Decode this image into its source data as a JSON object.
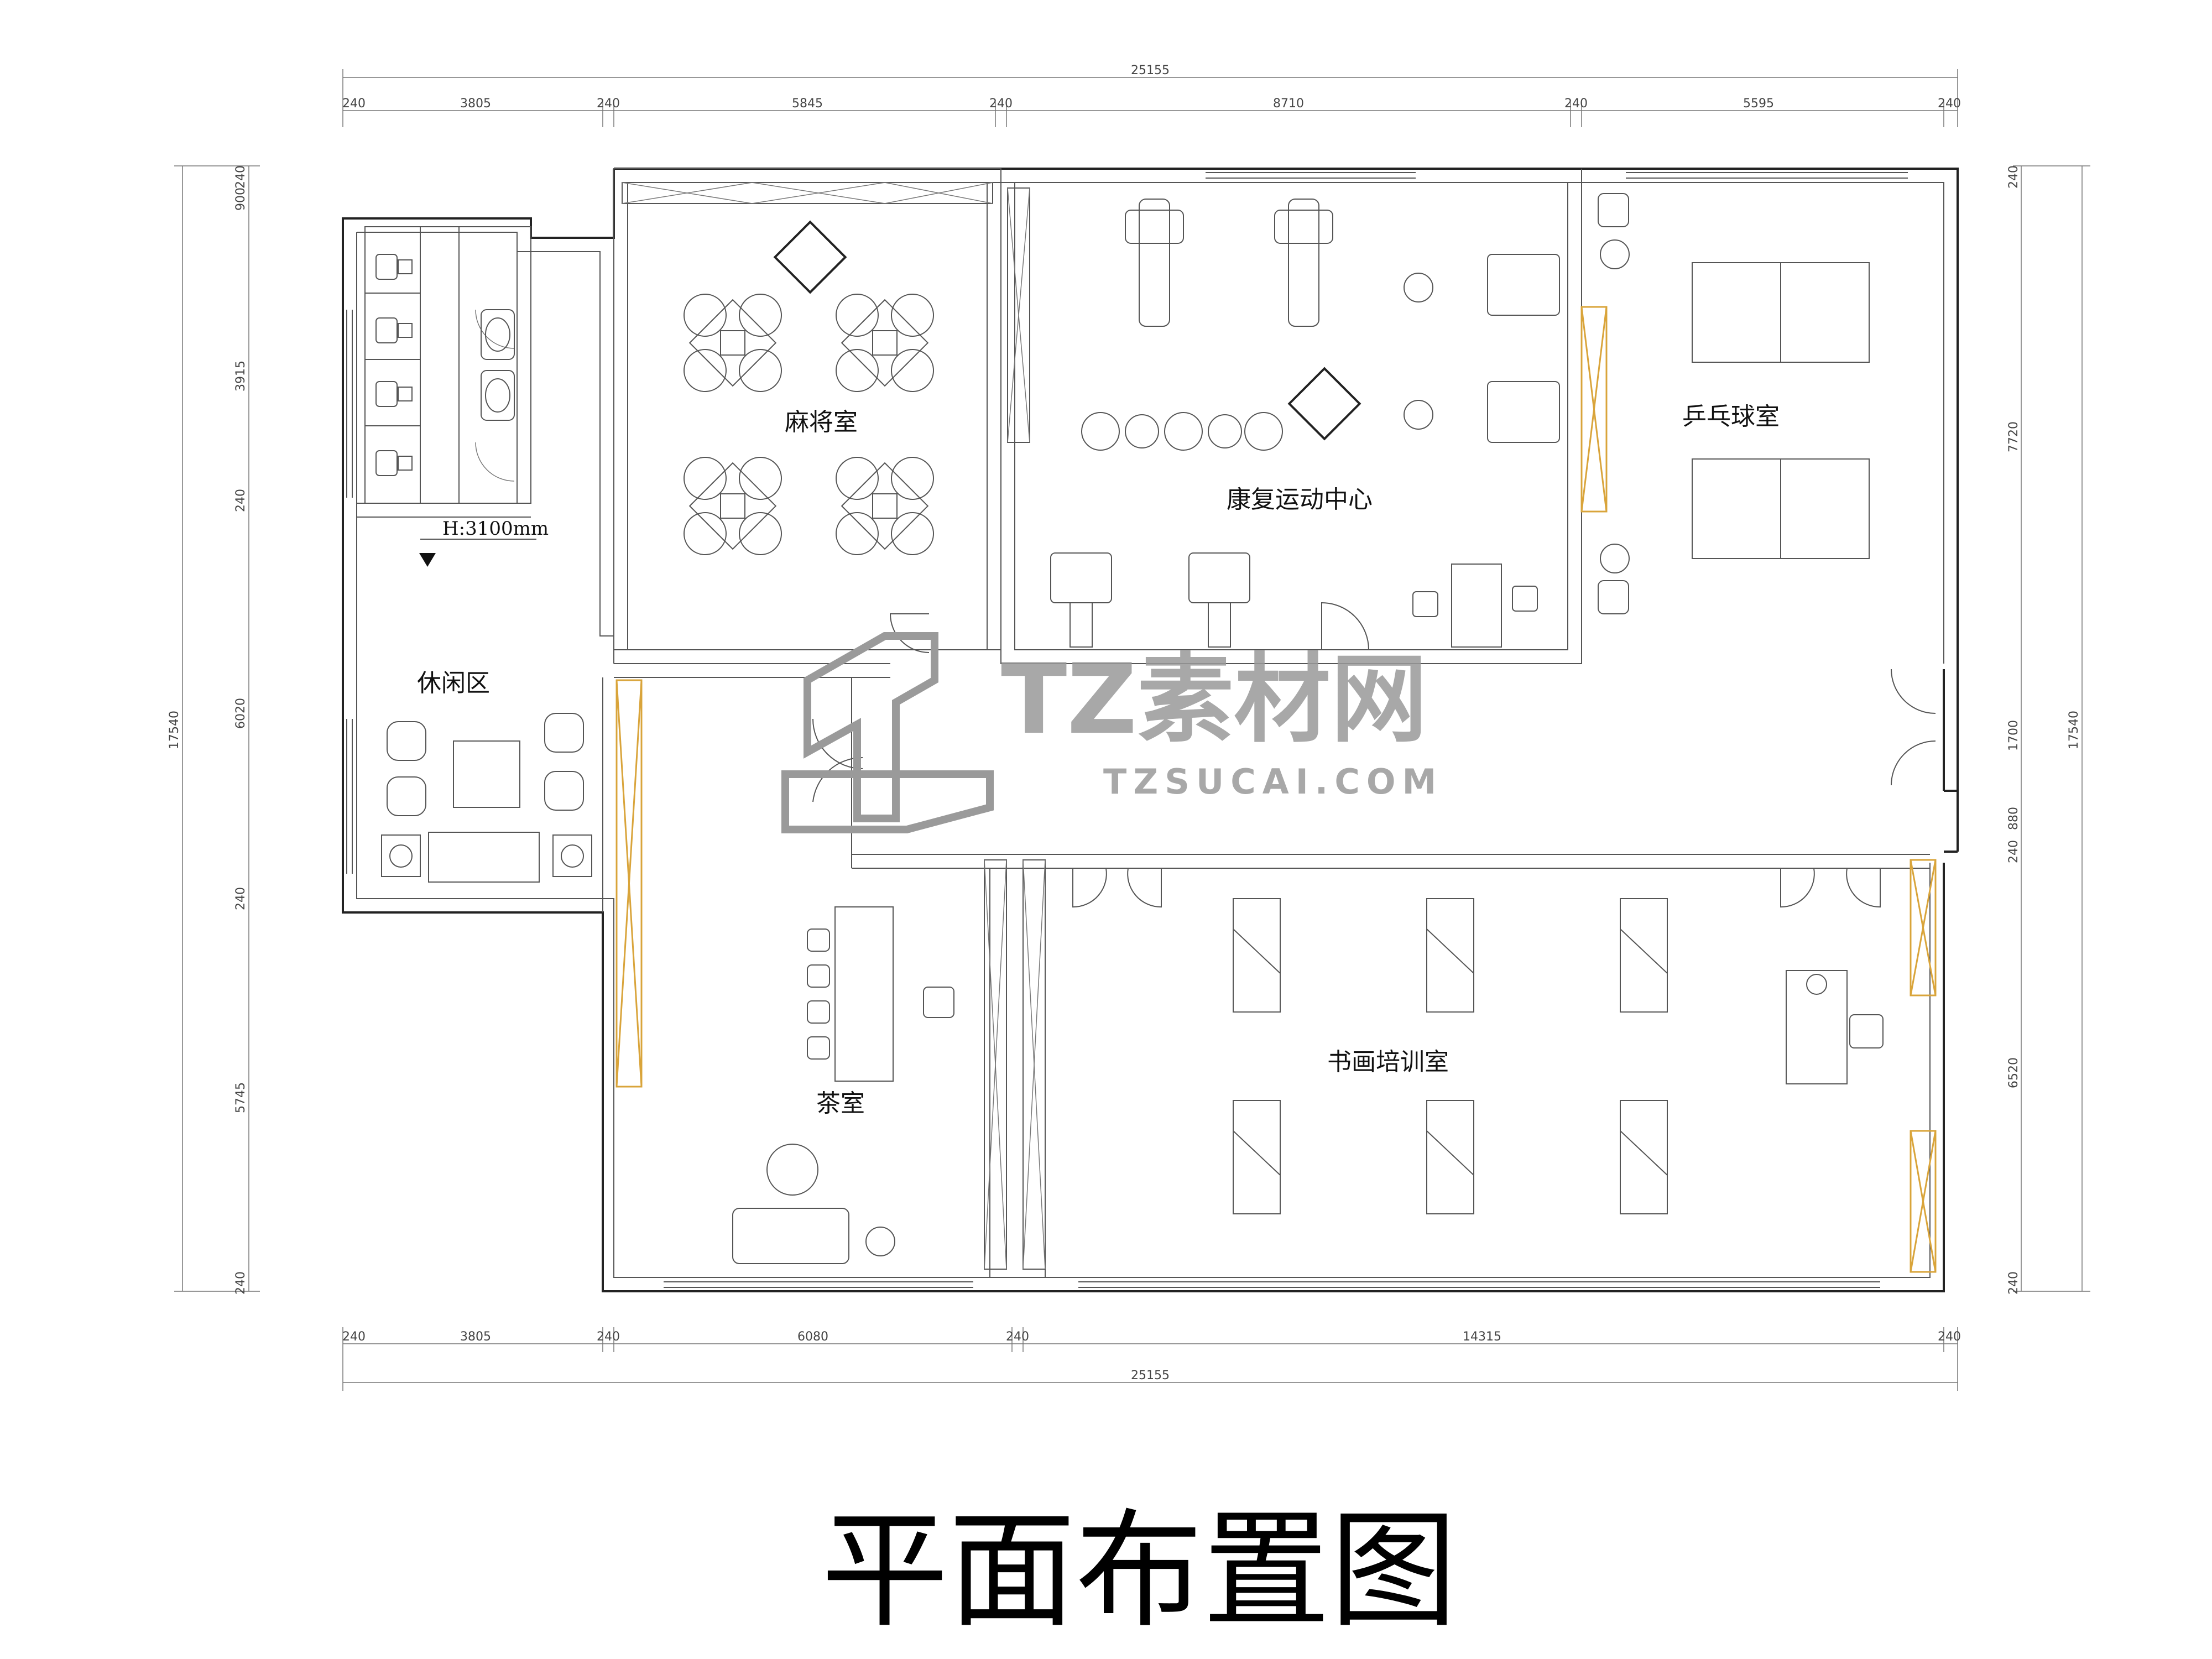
{
  "dimensions": {
    "total_width": "25155",
    "top_segments": [
      "240",
      "3805",
      "240",
      "5845",
      "240",
      "8710",
      "240",
      "5595",
      "240"
    ],
    "bottom_segments": [
      "240",
      "3805",
      "240",
      "6080",
      "240",
      "14315",
      "240"
    ],
    "left_total": "17540",
    "left_segments": [
      "240",
      "900",
      "3915",
      "240",
      "6020",
      "240",
      "5745",
      "240"
    ],
    "right_total": "17540",
    "right_segments": [
      "240",
      "7720",
      "1700",
      "880",
      "240",
      "6520",
      "240"
    ]
  },
  "rooms": {
    "mahjong": "麻将室",
    "rehab": "康复运动中心",
    "pingpong": "乒乓球室",
    "lounge": "休闲区",
    "tea": "茶室",
    "calligraphy": "书画培训室"
  },
  "annotations": {
    "height_mark": "H:3100mm"
  },
  "watermark": {
    "text": "TZ素材网",
    "url": "TZSUCAI.COM"
  },
  "title": "平面布置图"
}
